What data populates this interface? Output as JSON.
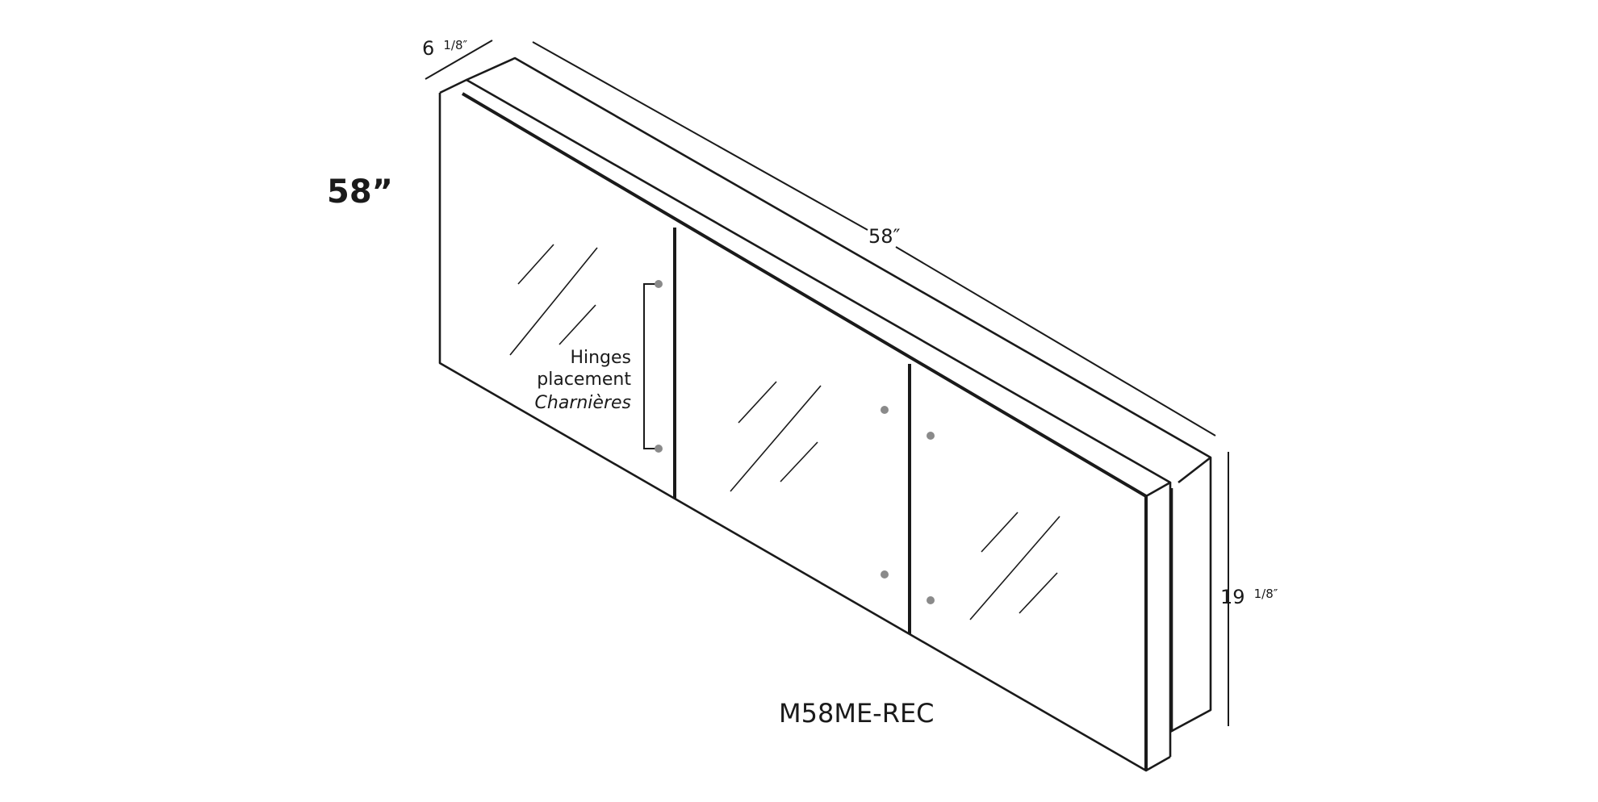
{
  "heading": "58”",
  "model": "M58ME-REC",
  "dimensions": {
    "depth_whole": "6",
    "depth_fraction": "1/8″",
    "width": "58″",
    "height_whole": "19",
    "height_fraction": "1/8″"
  },
  "hinges": {
    "line1": "Hinges",
    "line2": "placement",
    "line3": "Charnières"
  },
  "colors": {
    "line": "#1a1a1a",
    "hinge_dot": "#8a8a8a"
  }
}
